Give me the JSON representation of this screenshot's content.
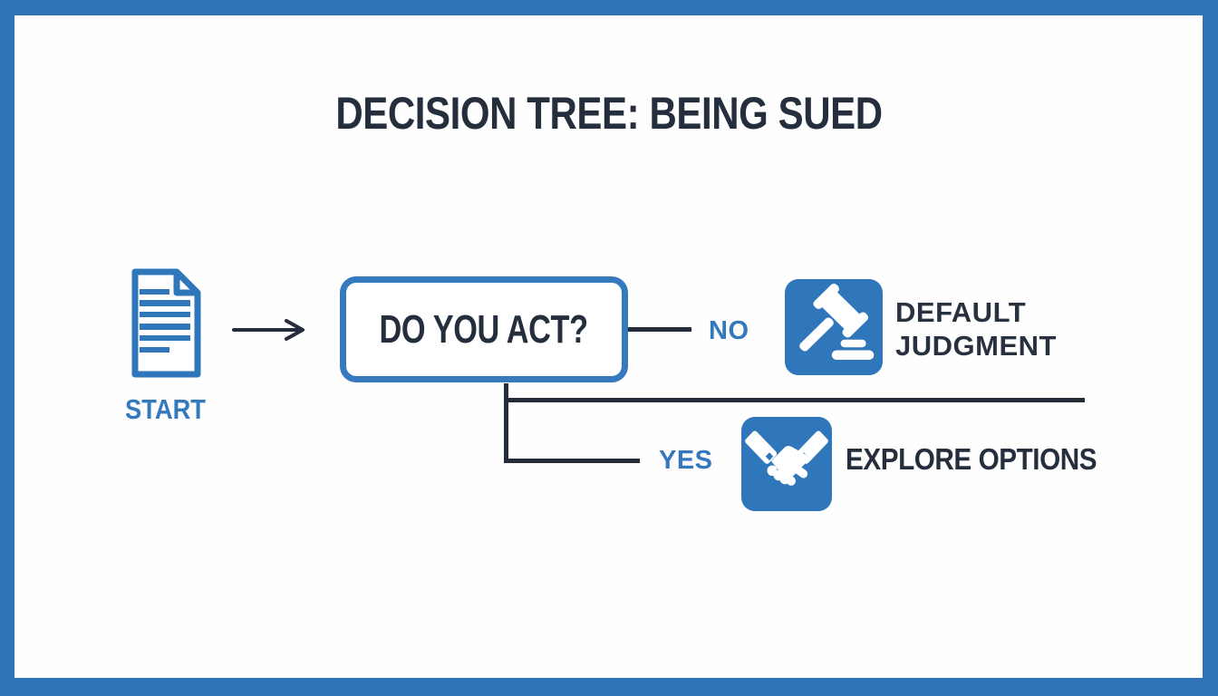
{
  "title": "DECISION TREE: BEING SUED",
  "flow": {
    "start": {
      "label": "START",
      "icon": "document-icon"
    },
    "decision": {
      "label": "DO YOU ACT?"
    },
    "branches": [
      {
        "label": "NO",
        "outcome": "DEFAULT JUDGMENT",
        "icon": "gavel-icon"
      },
      {
        "label": "YES",
        "outcome": "EXPLORE OPTIONS",
        "icon": "handshake-icon"
      }
    ]
  },
  "icons": [
    "document-icon",
    "arrow-icon",
    "gavel-icon",
    "handshake-icon"
  ],
  "colors": {
    "frame_blue": "#2E73B6",
    "box_border_blue": "#3579BF",
    "icon_tile_blue": "#2F76BB",
    "label_blue": "#3478BE",
    "dark_navy": "#242E3C",
    "connector_dark": "#232C38",
    "background": "#FEFEFF"
  }
}
